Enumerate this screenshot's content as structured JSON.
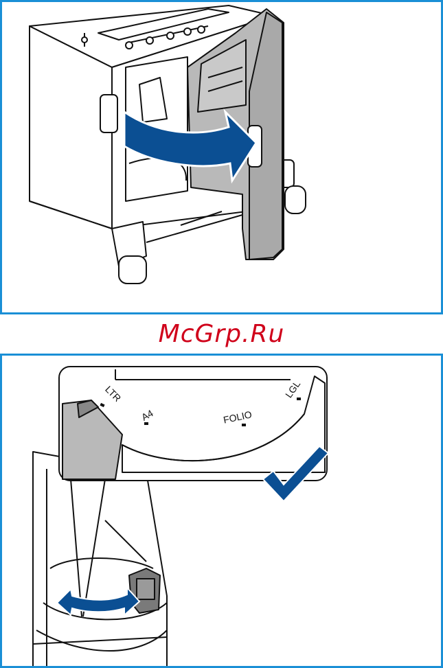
{
  "watermark": {
    "text": "McGrp.Ru"
  },
  "dial": {
    "labels": [
      "LTR",
      "A4",
      "FOLIO",
      "LGL"
    ]
  },
  "colors": {
    "frame": "#1a8fd6",
    "arrow": "#0b4f93",
    "door": "#b9b9b9",
    "watermark": "#d0021b"
  },
  "icons": [
    "curved-arrow-icon",
    "double-arrow-icon",
    "checkmark-icon"
  ]
}
